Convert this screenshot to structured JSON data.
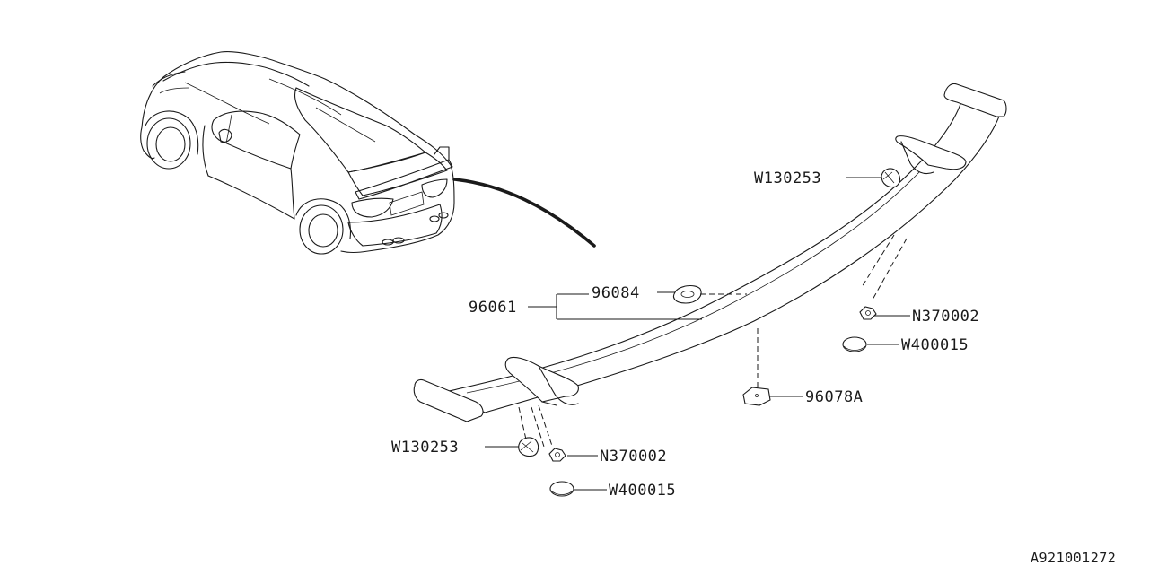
{
  "parts": {
    "clip_upper_right": "W130253",
    "nut_right": "N370002",
    "cap_right": "W400015",
    "spoiler_assembly": "96061",
    "gasket": "96084",
    "pad": "96078A",
    "clip_lower_left": "W130253",
    "nut_left": "N370002",
    "cap_left": "W400015"
  },
  "reference": "A921001272"
}
